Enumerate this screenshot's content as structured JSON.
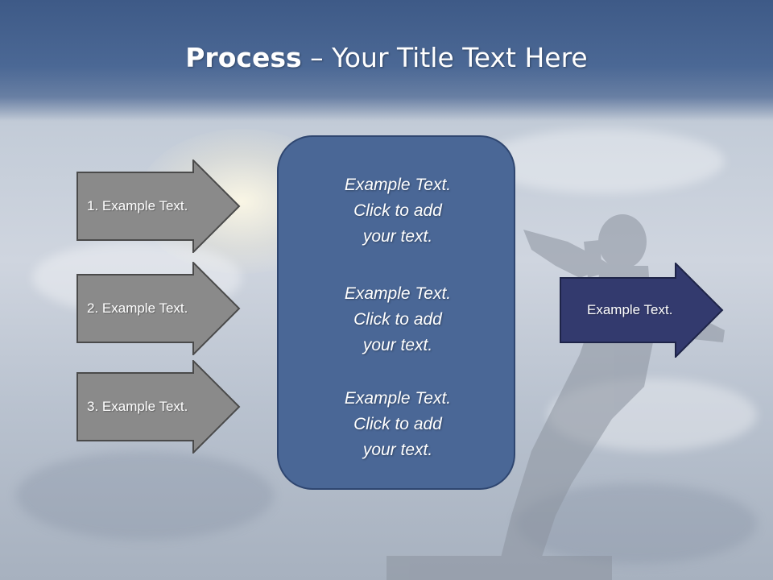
{
  "slide": {
    "title_bold": "Process",
    "title_rest": " – Your Title Text Here"
  },
  "left_arrows": [
    {
      "label": "1. Example Text."
    },
    {
      "label": "2. Example Text."
    },
    {
      "label": "3. Example Text."
    }
  ],
  "center_panel": {
    "blocks": [
      {
        "line1": "Example Text.",
        "line2": "Click  to add",
        "line3": "your text."
      },
      {
        "line1": "Example Text.",
        "line2": "Click  to add",
        "line3": "your text."
      },
      {
        "line1": "Example Text.",
        "line2": "Click  to add",
        "line3": "your text."
      }
    ]
  },
  "right_arrow": {
    "label": "Example Text."
  },
  "colors": {
    "header": "#4b6895",
    "panel": "#4a6796",
    "gray_arrow": "#8a8a8a",
    "navy_arrow": "#333a6e"
  }
}
